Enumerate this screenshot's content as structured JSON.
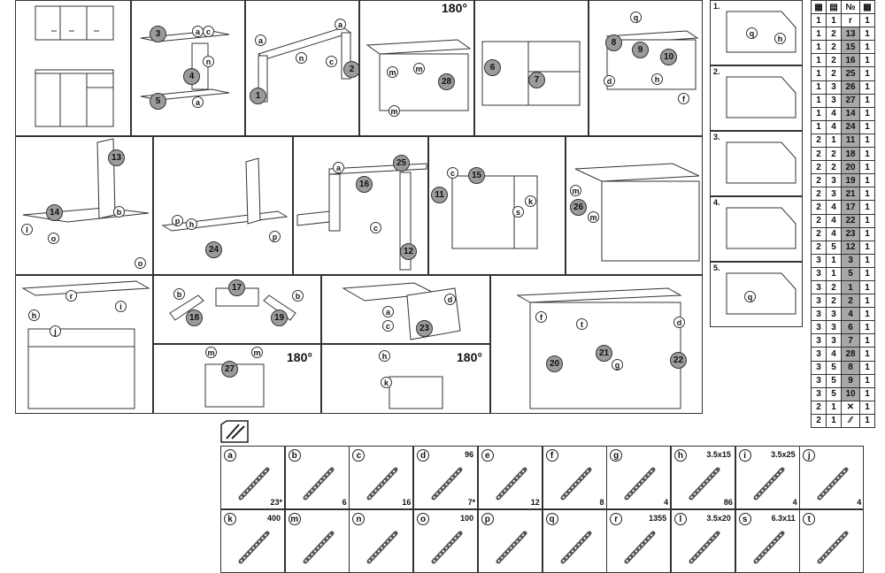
{
  "top_row_callouts": [
    "3",
    "4",
    "5",
    "1",
    "2",
    "28",
    "6",
    "7",
    "8",
    "9",
    "10"
  ],
  "rotation_labels": [
    "180°",
    "180°",
    "180°"
  ],
  "letters": {
    "a": "a",
    "b": "b",
    "c": "c",
    "d": "d",
    "f": "f",
    "g": "g",
    "h": "h",
    "i": "i",
    "j": "j",
    "k": "k",
    "l": "l",
    "m": "m",
    "n": "n",
    "o": "o",
    "p": "p",
    "q": "q",
    "r": "r",
    "s": "s",
    "t": "t"
  },
  "mid_row_callouts": [
    "13",
    "14",
    "24",
    "25",
    "16",
    "12",
    "15",
    "11",
    "26"
  ],
  "bottom_row_callouts": [
    "17",
    "18",
    "19",
    "27",
    "23",
    "20",
    "21",
    "22"
  ],
  "steps": [
    "1.",
    "2.",
    "3.",
    "4.",
    "5."
  ],
  "table": {
    "header_last": "№",
    "rows": [
      [
        "1",
        "1",
        "r",
        "1"
      ],
      [
        "1",
        "2",
        "13",
        "1"
      ],
      [
        "1",
        "2",
        "15",
        "1"
      ],
      [
        "1",
        "2",
        "16",
        "1"
      ],
      [
        "1",
        "2",
        "25",
        "1"
      ],
      [
        "1",
        "3",
        "26",
        "1"
      ],
      [
        "1",
        "3",
        "27",
        "1"
      ],
      [
        "1",
        "4",
        "14",
        "1"
      ],
      [
        "1",
        "4",
        "24",
        "1"
      ],
      [
        "2",
        "1",
        "11",
        "1"
      ],
      [
        "2",
        "2",
        "18",
        "1"
      ],
      [
        "2",
        "2",
        "20",
        "1"
      ],
      [
        "2",
        "3",
        "19",
        "1"
      ],
      [
        "2",
        "3",
        "21",
        "1"
      ],
      [
        "2",
        "4",
        "17",
        "1"
      ],
      [
        "2",
        "4",
        "22",
        "1"
      ],
      [
        "2",
        "4",
        "23",
        "1"
      ],
      [
        "2",
        "5",
        "12",
        "1"
      ],
      [
        "3",
        "1",
        "3",
        "1"
      ],
      [
        "3",
        "1",
        "5",
        "1"
      ],
      [
        "3",
        "2",
        "1",
        "1"
      ],
      [
        "3",
        "2",
        "2",
        "1"
      ],
      [
        "3",
        "3",
        "4",
        "1"
      ],
      [
        "3",
        "3",
        "6",
        "1"
      ],
      [
        "3",
        "3",
        "7",
        "1"
      ],
      [
        "3",
        "4",
        "28",
        "1"
      ],
      [
        "3",
        "5",
        "8",
        "1"
      ],
      [
        "3",
        "5",
        "9",
        "1"
      ],
      [
        "3",
        "5",
        "10",
        "1"
      ],
      [
        "2",
        "1",
        "",
        "1"
      ],
      [
        "2",
        "1",
        "",
        "1"
      ]
    ]
  },
  "hardware_row1": [
    {
      "letter": "a",
      "size": "",
      "qty": "23*"
    },
    {
      "letter": "b",
      "size": "",
      "qty": "6"
    },
    {
      "letter": "c",
      "size": "",
      "qty": "16"
    },
    {
      "letter": "d",
      "size": "96",
      "qty": "7*"
    },
    {
      "letter": "e",
      "size": "",
      "qty": "12"
    },
    {
      "letter": "f",
      "size": "",
      "qty": "8"
    },
    {
      "letter": "g",
      "size": "",
      "qty": "4"
    },
    {
      "letter": "h",
      "size": "3.5x15",
      "qty": "86"
    },
    {
      "letter": "i",
      "size": "3.5x25",
      "qty": "4"
    },
    {
      "letter": "j",
      "size": "",
      "qty": "4"
    }
  ],
  "hardware_row2": [
    {
      "letter": "k",
      "size": "400",
      "qty": ""
    },
    {
      "letter": "m",
      "size": "",
      "qty": ""
    },
    {
      "letter": "n",
      "size": "",
      "qty": ""
    },
    {
      "letter": "o",
      "size": "100",
      "qty": ""
    },
    {
      "letter": "p",
      "size": "",
      "qty": ""
    },
    {
      "letter": "q",
      "size": "",
      "qty": ""
    },
    {
      "letter": "r",
      "size": "1355",
      "qty": ""
    },
    {
      "letter": "l",
      "size": "3.5x20",
      "qty": ""
    },
    {
      "letter": "s",
      "size": "6.3x11",
      "qty": ""
    },
    {
      "letter": "t",
      "size": "",
      "qty": ""
    }
  ]
}
